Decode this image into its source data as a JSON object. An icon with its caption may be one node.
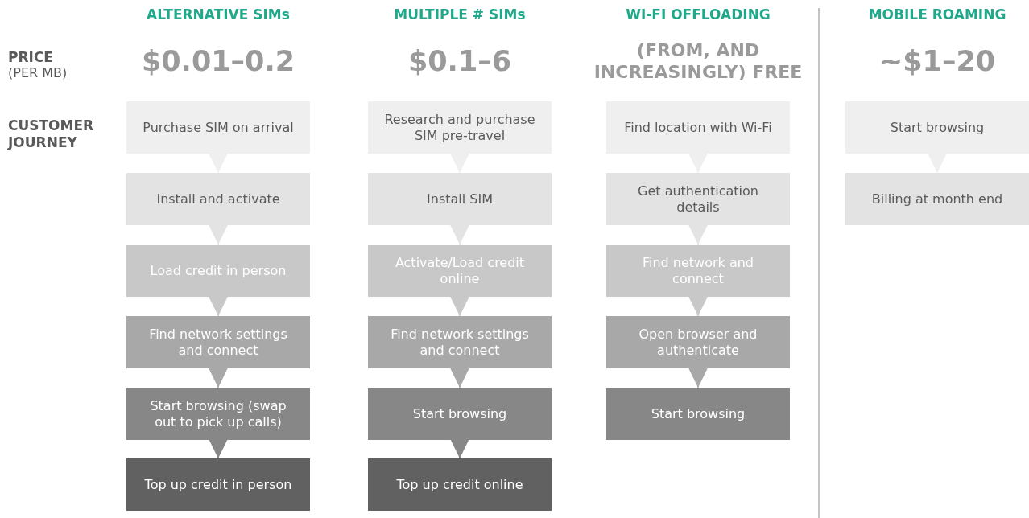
{
  "diagram": {
    "nodes": [
      {
        "text": [
          "Purchase SIM on arrival"
        ]
      },
      {
        "text": [
          "Install and activate"
        ]
      },
      {
        "text": [
          "Load credit in person"
        ]
      },
      {
        "text": [
          "Find network settings and connect"
        ]
      },
      {
        "text": [
          "Start browsing (swap out to pick up calls)"
        ]
      },
      {
        "text": [
          "Top up credit in person"
        ]
      },
      {
        "text": [
          "Research and purchase SIM pre-travel"
        ]
      },
      {
        "text": [
          "Install SIM"
        ]
      },
      {
        "text": [
          "Activate/Load credit online"
        ]
      },
      {
        "text": [
          "Find network settings and connect"
        ]
      },
      {
        "text": [
          "Start browsing"
        ]
      },
      {
        "text": [
          "Top up credit online"
        ]
      },
      {
        "text": [
          "Find location with Wi-Fi"
        ]
      },
      {
        "text": [
          "Get authentication details"
        ]
      },
      {
        "text": [
          "Find network and connect"
        ]
      },
      {
        "text": [
          "Open browser and authenticate"
        ]
      },
      {
        "text": [
          "Start browsing"
        ]
      },
      {
        "text": [
          "Start browsing"
        ]
      },
      {
        "text": [
          "Billing at month end"
        ]
      }
    ],
    "edges": [
      {
        "from": 0,
        "to": 1,
        "arrow": "to",
        "color": "#efefef"
      },
      {
        "from": 1,
        "to": 2,
        "arrow": "to",
        "color": "#e3e3e3"
      },
      {
        "from": 2,
        "to": 3,
        "arrow": "to",
        "color": "#c8c8c8"
      },
      {
        "from": 3,
        "to": 4,
        "arrow": "to",
        "color": "#a8a8a8"
      },
      {
        "from": 4,
        "to": 5,
        "arrow": "to",
        "color": "#878787"
      },
      {
        "from": 6,
        "to": 7,
        "arrow": "to",
        "color": "#efefef"
      },
      {
        "from": 7,
        "to": 8,
        "arrow": "to",
        "color": "#e3e3e3"
      },
      {
        "from": 8,
        "to": 9,
        "arrow": "to",
        "color": "#c8c8c8"
      },
      {
        "from": 9,
        "to": 10,
        "arrow": "to",
        "color": "#a8a8a8"
      },
      {
        "from": 10,
        "to": 11,
        "arrow": "to",
        "color": "#878787"
      },
      {
        "from": 12,
        "to": 13,
        "arrow": "to",
        "color": "#efefef"
      },
      {
        "from": 13,
        "to": 14,
        "arrow": "to",
        "color": "#e3e3e3"
      },
      {
        "from": 14,
        "to": 15,
        "arrow": "to",
        "color": "#c8c8c8"
      },
      {
        "from": 15,
        "to": 16,
        "arrow": "to",
        "color": "#a8a8a8"
      },
      {
        "from": 17,
        "to": 18,
        "arrow": "to",
        "color": "#efefef"
      }
    ],
    "labels": [
      "ALTERNATIVE SIMs",
      "MULTIPLE # SIMs",
      "WI-FI OFFLOADING",
      "MOBILE ROAMING",
      "PRICE",
      "(PER MB)",
      "$0.01–0.2",
      "$0.1–6",
      "(FROM, AND INCREASINGLY) FREE",
      "~$1–20",
      "CUSTOMER JOURNEY"
    ]
  }
}
